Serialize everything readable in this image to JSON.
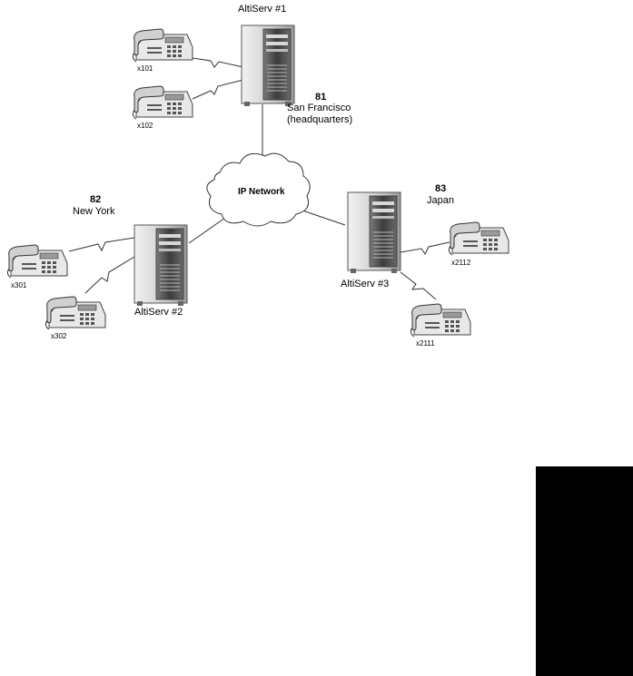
{
  "servers": [
    {
      "id": "s1",
      "name": "AltiServ #1"
    },
    {
      "id": "s2",
      "name": "AltiServ #2"
    },
    {
      "id": "s3",
      "name": "AltiServ #3"
    }
  ],
  "network": {
    "label": "IP Network"
  },
  "sites": [
    {
      "code": "81",
      "name_lines": [
        "San Francisco",
        "(headquarters)"
      ]
    },
    {
      "code": "82",
      "name_lines": [
        "New York"
      ]
    },
    {
      "code": "83",
      "name_lines": [
        "Japan"
      ]
    }
  ],
  "phones": [
    {
      "ext": "x101"
    },
    {
      "ext": "x102"
    },
    {
      "ext": "x301"
    },
    {
      "ext": "x302"
    },
    {
      "ext": "x2112"
    },
    {
      "ext": "x2111"
    }
  ],
  "colors": {
    "line": "#333333",
    "server_body": "#d6d6d6",
    "server_front": "#4a4a4a",
    "phone_body": "#e6e6e6",
    "cloud_fill": "#ffffff",
    "tab": "#000000"
  }
}
